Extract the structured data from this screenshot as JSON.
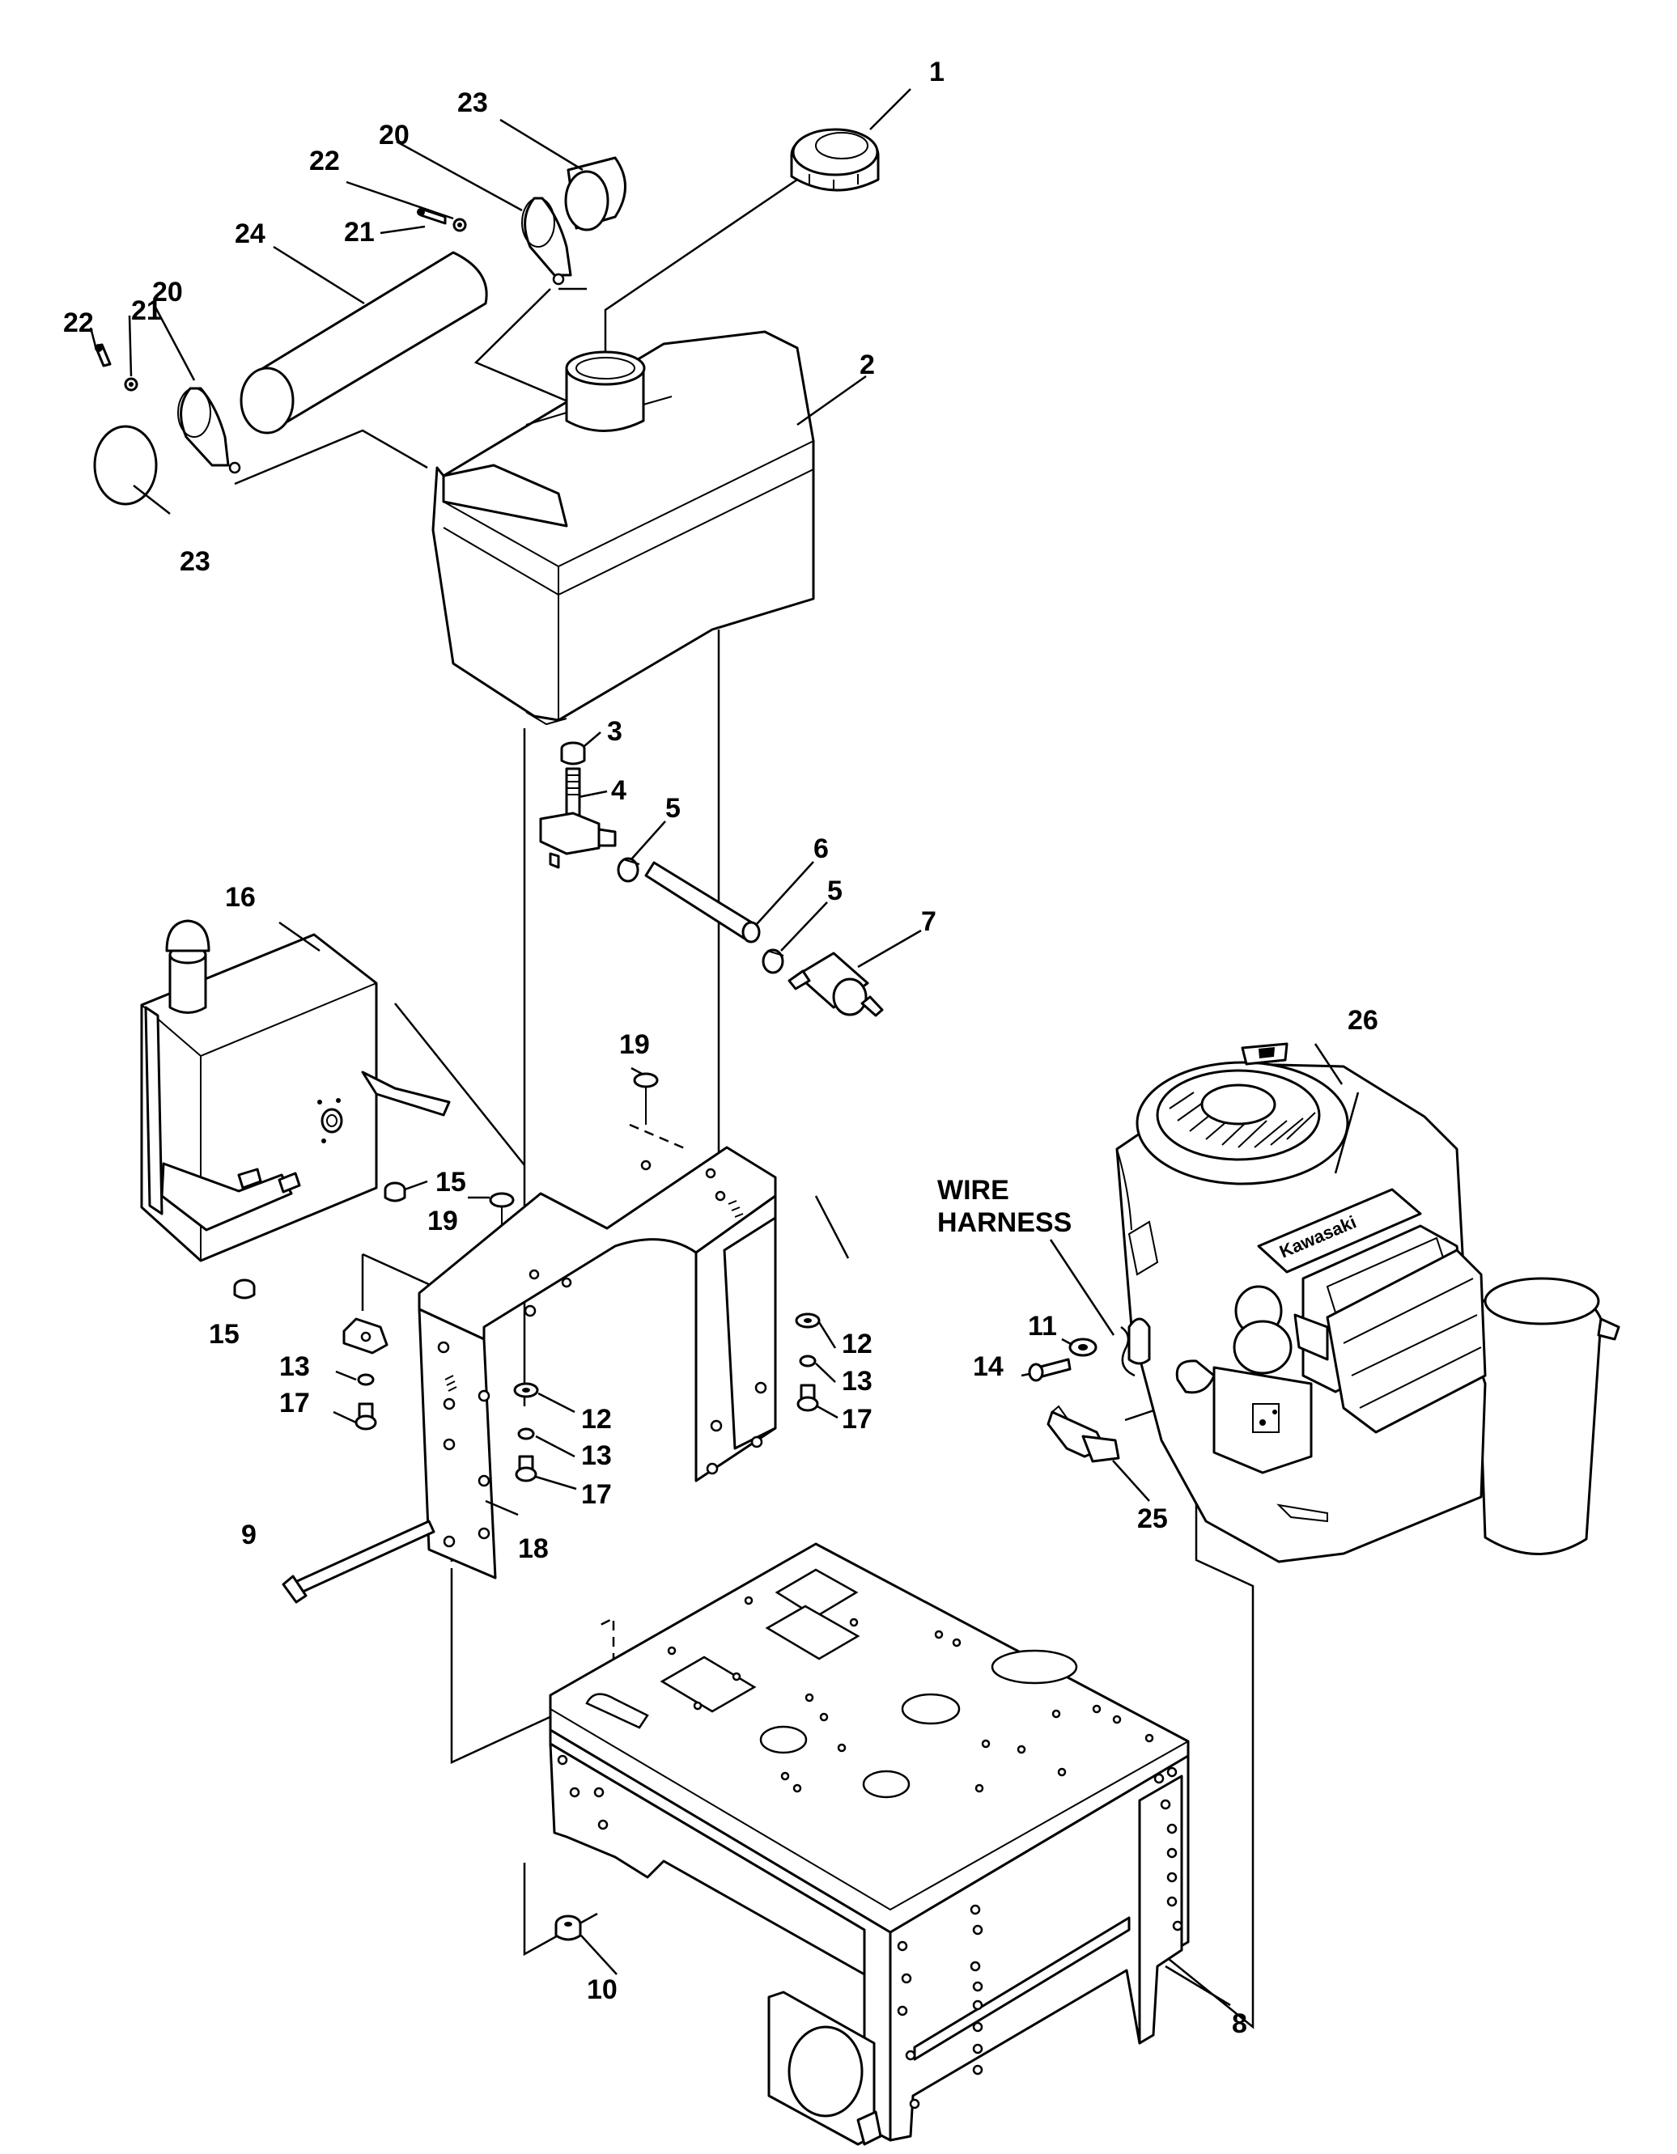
{
  "callouts": {
    "c1": "1",
    "c2": "2",
    "c3": "3",
    "c4": "4",
    "c5a": "5",
    "c5b": "5",
    "c6": "6",
    "c7": "7",
    "c8": "8",
    "c9": "9",
    "c10": "10",
    "c11": "11",
    "c12a": "12",
    "c12b": "12",
    "c13a": "13",
    "c13b": "13",
    "c13c": "13",
    "c14": "14",
    "c15a": "15",
    "c15b": "15",
    "c16": "16",
    "c17a": "17",
    "c17b": "17",
    "c17c": "17",
    "c18": "18",
    "c19a": "19",
    "c19b": "19",
    "c20a": "20",
    "c20b": "20",
    "c21a": "21",
    "c21b": "21",
    "c22a": "22",
    "c22b": "22",
    "c23a": "23",
    "c23b": "23",
    "c24": "24",
    "c25": "25",
    "c26": "26"
  },
  "labels": {
    "wire_harness_line1": "WIRE",
    "wire_harness_line2": "HARNESS"
  },
  "engine_logo": "Kawasaki"
}
